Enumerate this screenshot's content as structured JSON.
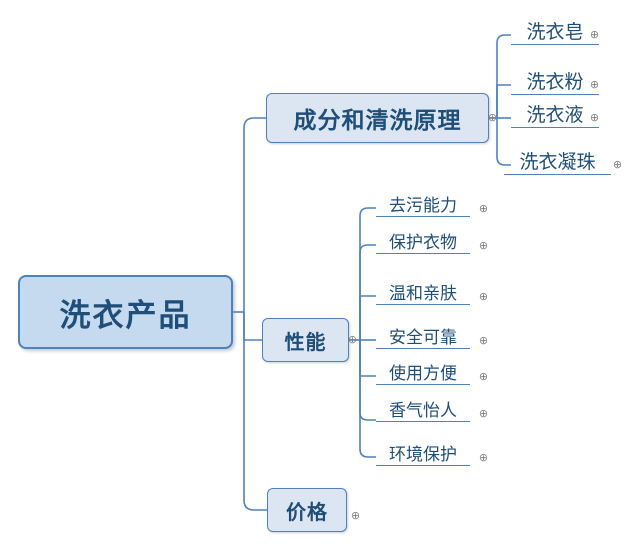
{
  "diagram": {
    "type": "mindmap",
    "title": "洗衣产品",
    "accent_color": "#4f81bd",
    "root_fill": "#c5d9ef",
    "branch_fill": "#dce6f2",
    "text_color": "#1f4e79",
    "toggle_symbol": "⊕",
    "root": {
      "label": "洗衣产品"
    },
    "branches": [
      {
        "label": "成分和清洗原理",
        "toggle": "⊕",
        "children": [
          {
            "label": "洗衣皂",
            "toggle": "⊕"
          },
          {
            "label": "洗衣粉",
            "toggle": "⊕"
          },
          {
            "label": "洗衣液",
            "toggle": "⊕"
          },
          {
            "label": "洗衣凝珠",
            "toggle": "⊕"
          }
        ]
      },
      {
        "label": "性能",
        "toggle": "⊕",
        "children": [
          {
            "label": "去污能力",
            "toggle": "⊕"
          },
          {
            "label": "保护衣物",
            "toggle": "⊕"
          },
          {
            "label": "温和亲肤",
            "toggle": "⊕"
          },
          {
            "label": "安全可靠",
            "toggle": "⊕"
          },
          {
            "label": "使用方便",
            "toggle": "⊕"
          },
          {
            "label": "香气怡人",
            "toggle": "⊕"
          },
          {
            "label": "环境保护",
            "toggle": "⊕"
          }
        ]
      },
      {
        "label": "价格",
        "toggle": "⊕",
        "children": []
      }
    ]
  }
}
